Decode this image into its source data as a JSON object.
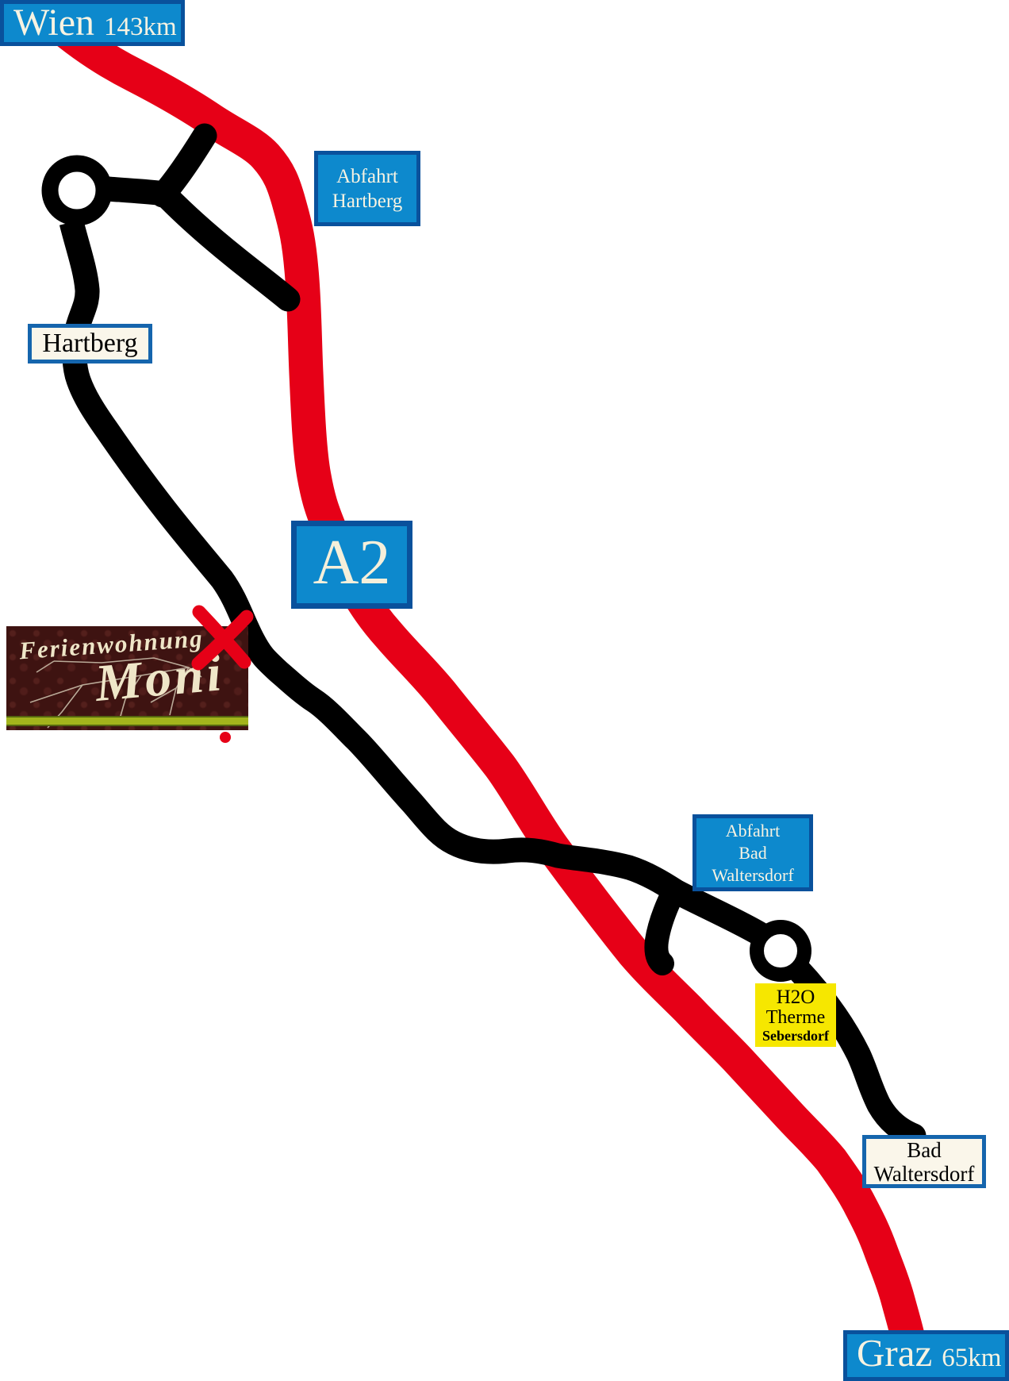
{
  "wien": {
    "city": "Wien",
    "distance": "143km"
  },
  "graz": {
    "city": "Graz",
    "distance": "65km"
  },
  "exit_hartberg": {
    "line1": "Abfahrt",
    "line2": "Hartberg"
  },
  "hartberg": {
    "name": "Hartberg"
  },
  "a2": {
    "label": "A2"
  },
  "logo": {
    "line1": "Ferienwohnung",
    "line2": "Moni"
  },
  "exit_bad_waltersdorf": {
    "line1": "Abfahrt",
    "line2": "Bad",
    "line3": "Waltersdorf"
  },
  "h2o": {
    "line1": "H2O",
    "line2": "Therme",
    "line3": "Sebersdorf"
  },
  "bad_waltersdorf": {
    "line1": "Bad",
    "line2": "Waltersdorf"
  },
  "colors": {
    "highway_red": "#e60017",
    "road_black": "#000000",
    "sign_blue": "#0d89cd",
    "sign_border_blue": "#09519c",
    "label_cream": "#faf6ea",
    "label_border_blue": "#1565ad",
    "h2o_yellow": "#f6e700",
    "logo_maroon": "#3e1311",
    "logo_cream": "#efe6c8",
    "logo_stripe_green": "#a3b41c"
  }
}
